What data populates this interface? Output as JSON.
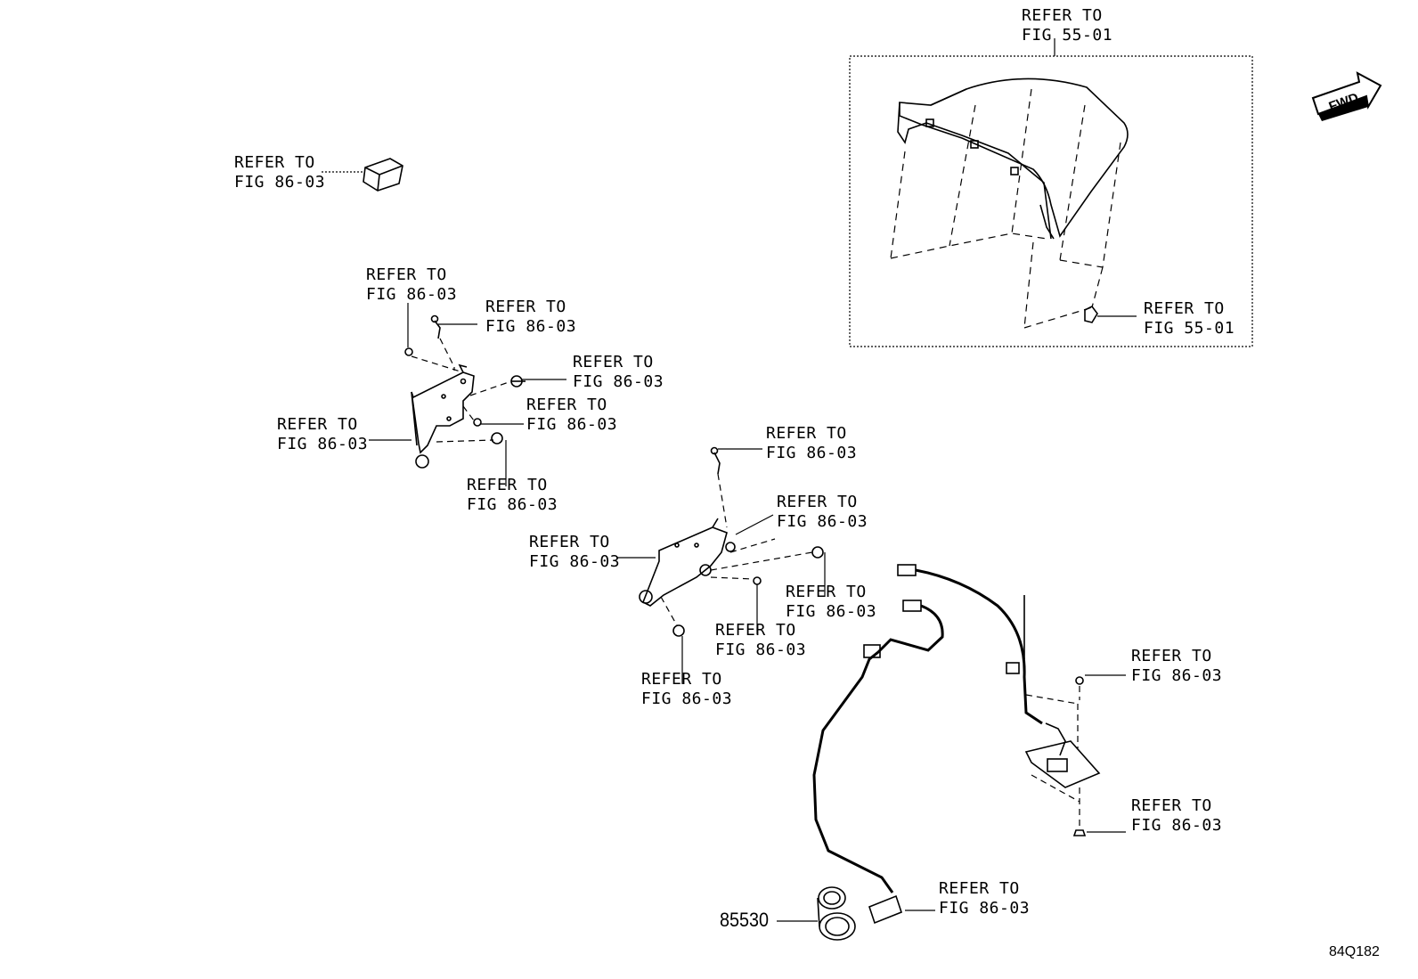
{
  "callouts": [
    {
      "id": "c1",
      "line1": "REFER TO",
      "line2": "FIG 55-01"
    },
    {
      "id": "c2",
      "line1": "REFER TO",
      "line2": "FIG 86-03"
    },
    {
      "id": "c3",
      "line1": "REFER TO",
      "line2": "FIG 86-03"
    },
    {
      "id": "c4",
      "line1": "REFER TO",
      "line2": "FIG 86-03"
    },
    {
      "id": "c5",
      "line1": "REFER TO",
      "line2": "FIG 86-03"
    },
    {
      "id": "c6",
      "line1": "REFER TO",
      "line2": "FIG 86-03"
    },
    {
      "id": "c7",
      "line1": "REFER TO",
      "line2": "FIG 86-03"
    },
    {
      "id": "c8",
      "line1": "REFER TO",
      "line2": "FIG 86-03"
    },
    {
      "id": "c9",
      "line1": "REFER TO",
      "line2": "FIG 55-01"
    },
    {
      "id": "c10",
      "line1": "REFER TO",
      "line2": "FIG 86-03"
    },
    {
      "id": "c11",
      "line1": "REFER TO",
      "line2": "FIG 86-03"
    },
    {
      "id": "c12",
      "line1": "REFER TO",
      "line2": "FIG 86-03"
    },
    {
      "id": "c13",
      "line1": "REFER TO",
      "line2": "FIG 86-03"
    },
    {
      "id": "c14",
      "line1": "REFER TO",
      "line2": "FIG 86-03"
    },
    {
      "id": "c15",
      "line1": "REFER TO",
      "line2": "FIG 86-03"
    },
    {
      "id": "c16",
      "line1": "REFER TO",
      "line2": "FIG 86-03"
    },
    {
      "id": "c17",
      "line1": "REFER TO",
      "line2": "FIG 86-03"
    },
    {
      "id": "c18",
      "line1": "REFER TO",
      "line2": "FIG 86-03"
    }
  ],
  "part_number": "85530",
  "figure_id": "84Q182",
  "fwd_label": "FWD"
}
